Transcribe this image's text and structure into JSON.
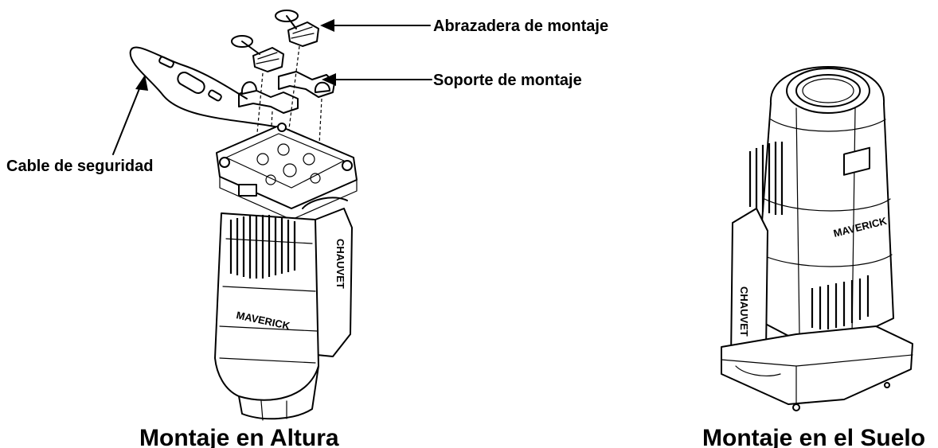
{
  "labels": {
    "clamp": "Abrazadera de montaje",
    "bracket": "Soporte de montaje",
    "safety_cable": "Cable de seguridad"
  },
  "captions": {
    "overhead": "Montaje en Altura",
    "floor": "Montaje en el Suelo"
  },
  "brand_marks": {
    "model": "MAVERICK",
    "maker": "CHAUVET"
  }
}
